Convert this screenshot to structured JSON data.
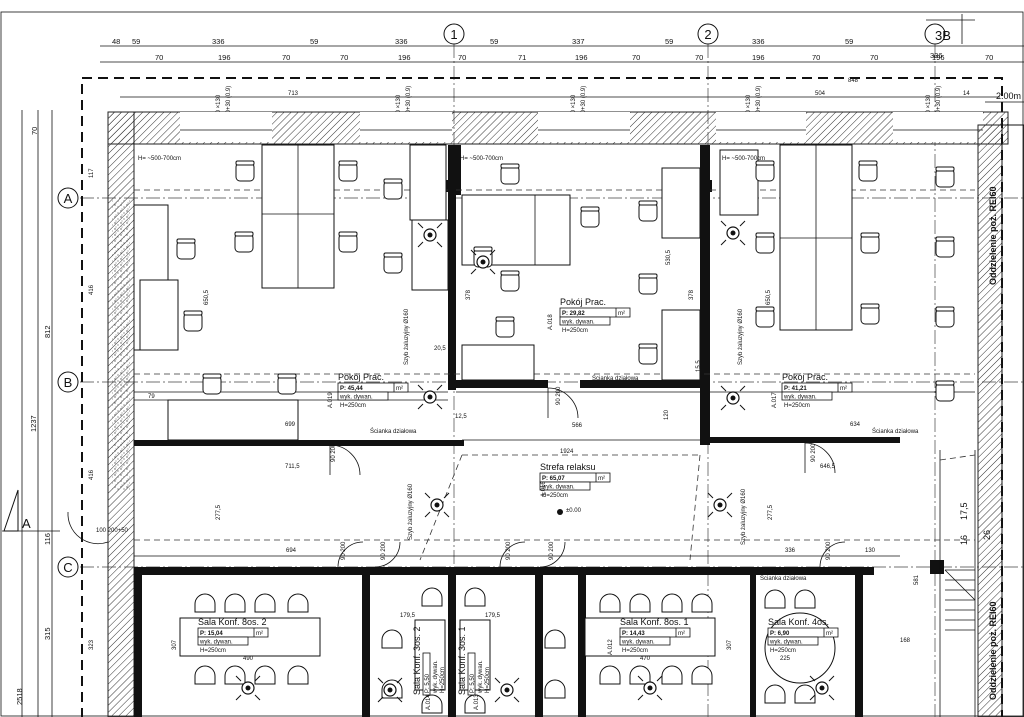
{
  "grid_axes": {
    "vertical": [
      "1",
      "2",
      "3B"
    ],
    "horizontal": [
      "A",
      "B",
      "C"
    ],
    "section_marker": "A"
  },
  "top_dimensions_row1": [
    "48",
    "59",
    "336",
    "59",
    "336",
    "59",
    "337",
    "59",
    "336",
    "59",
    "336"
  ],
  "top_dimensions_row2": [
    "70",
    "196",
    "70",
    "70",
    "196",
    "70",
    "71",
    "196",
    "70",
    "70",
    "196",
    "70",
    "70",
    "196",
    "70"
  ],
  "top_dimensions_row3": [
    "713",
    "504",
    "848",
    "14"
  ],
  "level_right": "2.00m",
  "window_tags": [
    "200 ×130",
    "340+30 (0.9)"
  ],
  "left_dimensions": [
    "70",
    "117",
    "416",
    "812",
    "416",
    "1237",
    "116",
    "315",
    "2518"
  ],
  "rooms": [
    {
      "number": "A.019",
      "name": "Pokój Prac.",
      "area": "P: 45,44",
      "unit": "m²",
      "floor": "wyk. dywan.",
      "height": "H=250cm"
    },
    {
      "number": "A.018",
      "name": "Pokój Prac.",
      "area": "P: 29,82",
      "unit": "m²",
      "floor": "wyk. dywan.",
      "height": "H=250cm"
    },
    {
      "number": "A.017",
      "name": "Pokój Prac.",
      "area": "P: 41,21",
      "unit": "m²",
      "floor": "wyk. dywan.",
      "height": "H=250cm"
    },
    {
      "number": "A.016",
      "name": "Strefa relaksu",
      "area": "P: 65,07",
      "unit": "m²",
      "floor": "wyk. dywan.",
      "height": "H=250cm"
    },
    {
      "number": "",
      "name": "Sala Konf. 8os. 2",
      "area": "P: 15,04",
      "unit": "m²",
      "floor": "wyk. dywan.",
      "height": "H=250cm"
    },
    {
      "number": "A.014",
      "name": "Sala Konf. 3os. 2",
      "area": "P: 5,50",
      "unit": "m²",
      "floor": "wyk. dywan.",
      "height": "H=250cm"
    },
    {
      "number": "A.013",
      "name": "Sala Konf. 3os. 1",
      "area": "P: 5,50",
      "unit": "m²",
      "floor": "wyk. dywan.",
      "height": "H=250cm"
    },
    {
      "number": "A.012",
      "name": "Sala Konf. 8os. 1",
      "area": "P: 14,43",
      "unit": "m²",
      "floor": "wyk. dywan.",
      "height": "H=250cm"
    },
    {
      "number": "",
      "name": "Sala Konf. 4os.",
      "area": "P: 6,90",
      "unit": "m²",
      "floor": "wyk. dywan.",
      "height": "H=250cm"
    }
  ],
  "ceiling_notes": [
    "H= ~500-700cm",
    "H= ~500-700cm",
    "H= ~500-700cm"
  ],
  "door_tags": [
    "90 200",
    "90 200",
    "90 200",
    "90 200",
    "90 200",
    "90 200",
    "90 200",
    "90 200",
    "90 200",
    "90 200",
    "100 200+50"
  ],
  "inner_dimensions": [
    "699",
    "566",
    "634",
    "711,5",
    "1924",
    "646,5",
    "694",
    "336",
    "130",
    "650,5",
    "378",
    "378",
    "650,5",
    "530,5",
    "277,5",
    "277,5",
    "79",
    "12,5",
    "120",
    "20,5",
    "15,5",
    "490",
    "470",
    "225",
    "168",
    "179,5",
    "179,5",
    "307",
    "323",
    "307",
    "581"
  ],
  "level_mark": "±0.00",
  "right_labels": [
    "Oddzielenie poż. REI60",
    "Oddzielenie poż. REI60"
  ],
  "stair_dims": [
    "16",
    "17,5",
    "26"
  ],
  "partition_labels": [
    "Ścianka działowa",
    "Ścianka działowa",
    "Ścianka działowa",
    "Ścianka działowa"
  ],
  "glass_labels": [
    "Szyb żaluzyjny Ø160",
    "Szyb żaluzyjny Ø160",
    "Szyb żaluzyjny Ø160",
    "Szyb żaluzyjny Ø160"
  ],
  "colors": {
    "ink": "#111111",
    "background": "#ffffff"
  }
}
